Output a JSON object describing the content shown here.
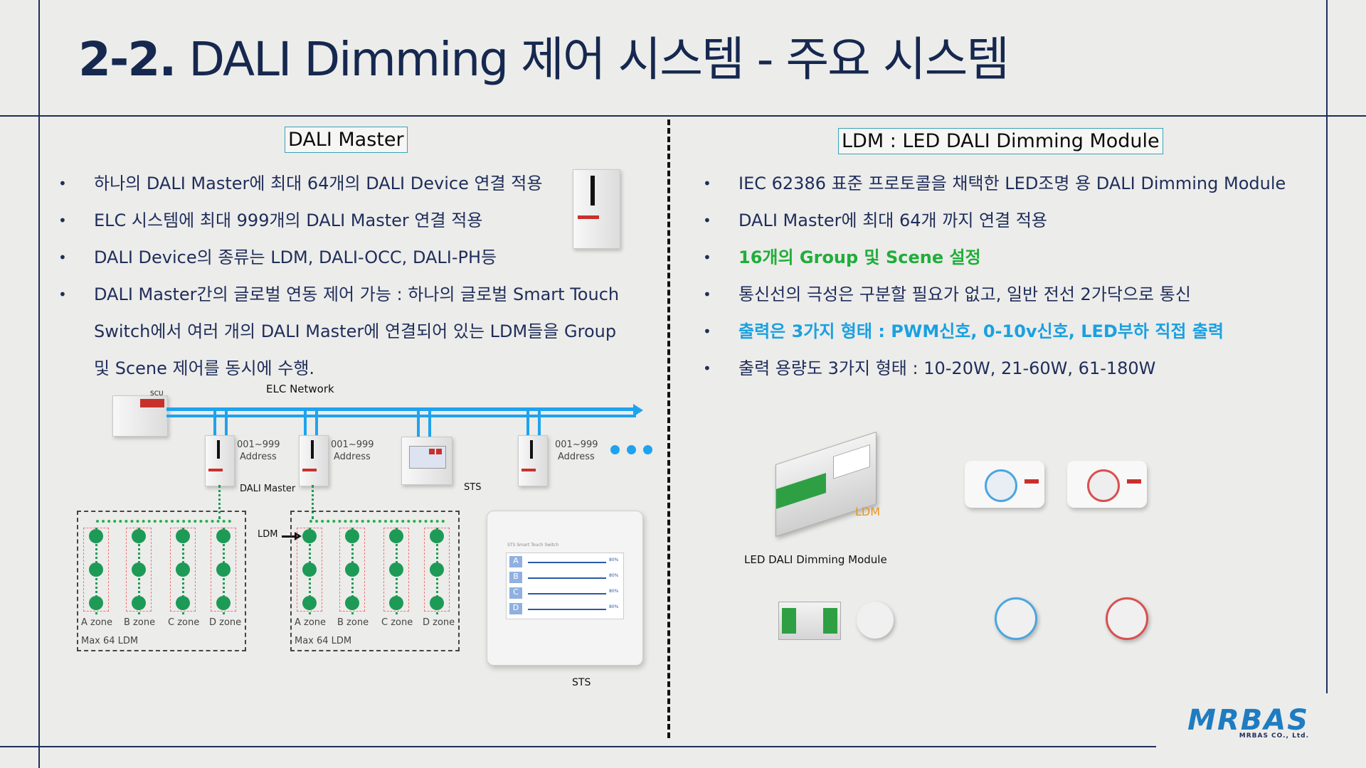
{
  "title": {
    "number": "2-2.",
    "text": "DALI Dimming 제어 시스템 - 주요 시스템"
  },
  "left": {
    "heading": "DALI Master",
    "bullets": [
      "하나의 DALI Master에 최대 64개의 DALI Device 연결 적용",
      "ELC 시스템에 최대 999개의 DALI Master 연결 적용",
      "DALI Device의 종류는 LDM, DALI-OCC, DALI-PH등",
      "DALI Master간의 글로벌 연동 제어 가능 : 하나의 글로벌 Smart Touch"
    ],
    "bullet_cont": [
      "Switch에서 여러 개의 DALI Master에 연결되어 있는 LDM들을 Group",
      "및 Scene 제어를 동시에 수행."
    ],
    "diagram": {
      "network_label": "ELC Network",
      "address_range": "001~999",
      "address_word": "Address",
      "dali_master_label": "DALI Master",
      "sts_label": "STS",
      "ldm_label": "LDM",
      "zones": [
        "A zone",
        "B zone",
        "C zone",
        "D zone"
      ],
      "max_label": "Max 64 LDM",
      "sts_bottom_label": "STS",
      "scu_label": "SCU",
      "sts_panel_title": "STS Smart Touch Switch",
      "sts_rows": [
        "A",
        "B",
        "C",
        "D"
      ],
      "sts_percent": "80%"
    }
  },
  "right": {
    "heading": "LDM : LED DALI Dimming Module",
    "bullets": [
      {
        "text": "IEC 62386 표준 프로토콜을 채택한 LED조명 용 DALI Dimming Module",
        "style": ""
      },
      {
        "text": "DALI Master에 최대 64개 까지 연결 적용",
        "style": ""
      },
      {
        "text": "16개의 Group 및 Scene 설정",
        "style": "green"
      },
      {
        "text": "통신선의 극성은 구분할 필요가 없고, 일반 전선 2가닥으로 통신",
        "style": ""
      },
      {
        "text": "출력은 3가지 형태 : PWM신호, 0-10v신호, LED부하 직접 출력",
        "style": "cyan"
      },
      {
        "text": "출력 용량도 3가지 형태 : 10-20W, 21-60W, 61-180W",
        "style": ""
      }
    ],
    "ldm_label": "LDM",
    "module_caption": "LED DALI Dimming Module"
  },
  "logo": {
    "text": "MRBAS",
    "sub": "MRBAS CO., Ltd."
  },
  "bullet_glyph": "•"
}
